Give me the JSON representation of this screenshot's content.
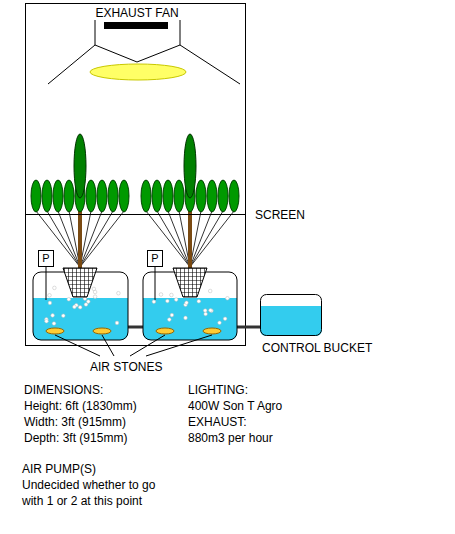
{
  "diagram": {
    "nodes": [
      {
        "text": [
          "P"
        ]
      },
      {
        "text": [
          "P"
        ]
      },
      {
        "text": [
          "CONTROL BUCKET"
        ]
      }
    ],
    "labels": [
      "EXHAUST FAN",
      "SCREEN",
      "AIR STONES",
      "DIMENSIONS:",
      "Height: 6ft (1830mm)",
      "Width: 3ft (915mm)",
      "Depth: 3ft (915mm)",
      "LIGHTING:",
      "400W Son T Agro",
      "EXHAUST:",
      "880m3 per hour",
      "AIR PUMP(S)",
      "Undecided whether to go with 1 or 2 at this point"
    ]
  }
}
